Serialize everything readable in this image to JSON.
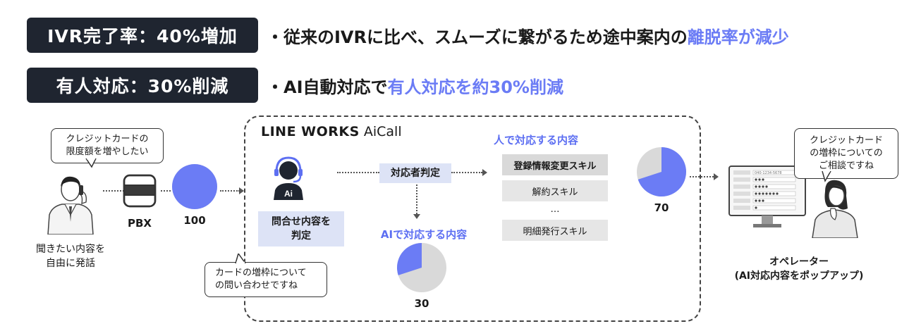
{
  "header": {
    "row1": {
      "badge": "IVR完了率：40%増加",
      "text_prefix": "・従来のIVRに比べ、スムーズに繋がるため途中案内の",
      "text_highlight": "離脱率が減少"
    },
    "row2": {
      "badge": "有人対応：30%削減",
      "text_prefix": "・AI自動対応で",
      "text_highlight": "有人対応を約30%削減"
    }
  },
  "caller": {
    "bubble_line1": "クレジットカードの",
    "bubble_line2": "限度額を増やしたい",
    "caption_line1": "聞きたい内容を",
    "caption_line2": "自由に発話"
  },
  "pbx": {
    "label": "PBX"
  },
  "pie_in": {
    "value": 100,
    "label": "100"
  },
  "aicall": {
    "brand_bold": "LINE WORKS",
    "brand_light": " AiCall",
    "ai_icon_label": "Ai",
    "judge_chip_line1": "問合せ内容を",
    "judge_chip_line2": "判定",
    "responder_chip": "対応者判定",
    "bubble_line1": "カードの増枠について",
    "bubble_line2": "の問い合わせですね",
    "ai_handled_title": "AIで対応する内容",
    "ai_pie": {
      "value": 30,
      "label": "30"
    },
    "human_title": "人で対応する内容",
    "skills": [
      "登録情報変更スキル",
      "解約スキル",
      "…",
      "明細発行スキル"
    ],
    "human_pie": {
      "value": 70,
      "label": "70"
    }
  },
  "operator": {
    "bubble_line1": "クレジットカード",
    "bubble_line2": "の増枠についての",
    "bubble_line3": "ご相談ですね",
    "caption_line1": "オペレーター",
    "caption_line2": "(AI対応内容をポップアップ)",
    "screen_value": "040-1234-5678"
  },
  "colors": {
    "accent": "#6b7cf5",
    "pie_fill": "#6b7cf5",
    "pie_bg": "#d9d9d9",
    "badge_bg": "#1f2530",
    "chip_bg": "#dde3f6"
  }
}
